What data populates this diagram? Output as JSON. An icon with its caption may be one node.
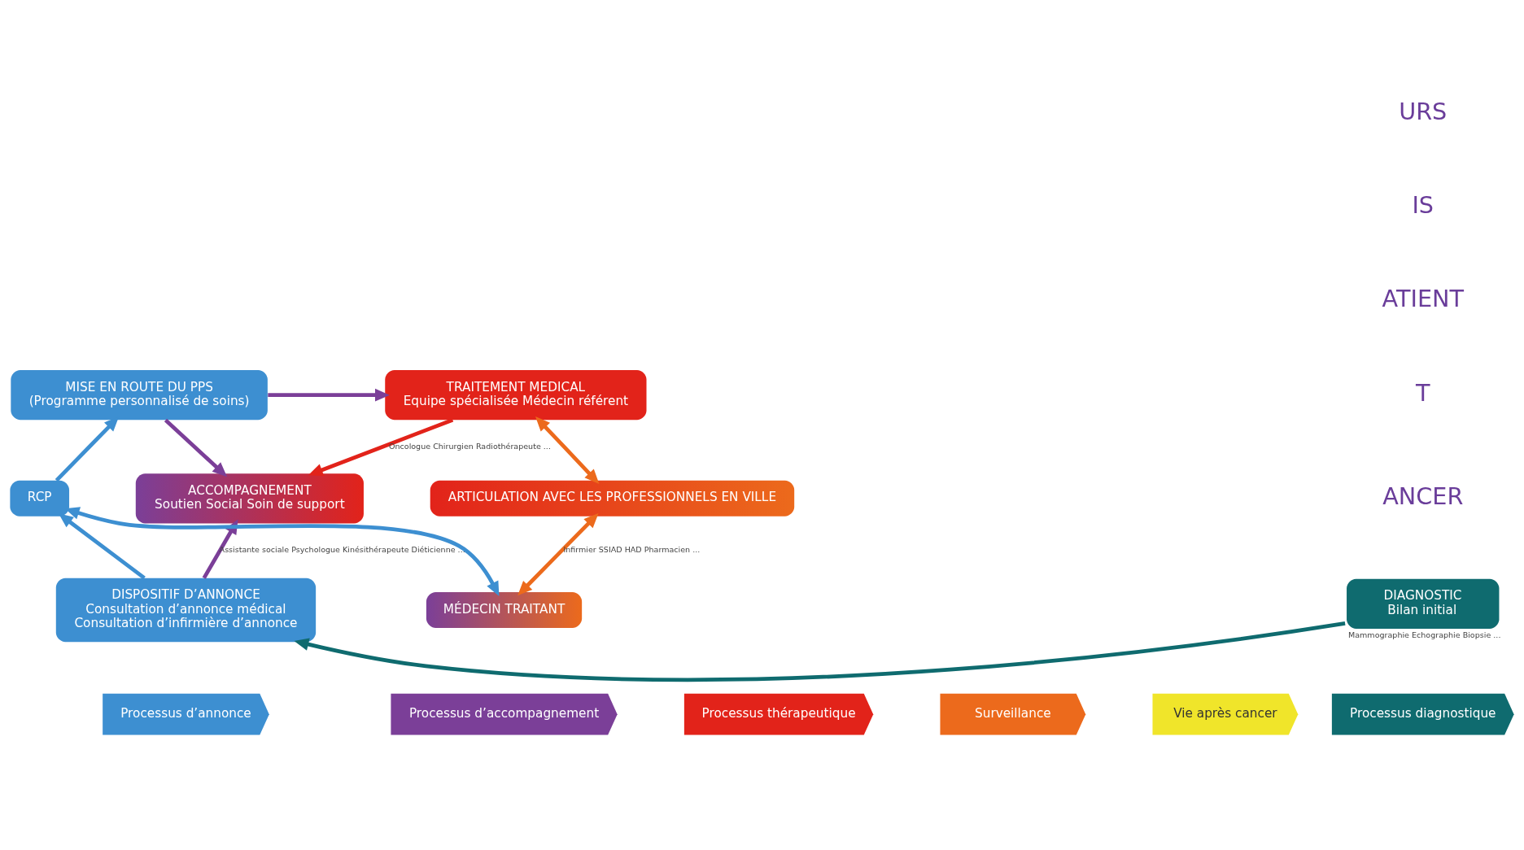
{
  "diagram": {
    "nodes": [
      {
        "text": [
          "DIAGNOSTIC",
          "Bilan initial"
        ],
        "beside": [
          "Mammographie Echographie Biopsie ..."
        ]
      },
      {
        "text": [
          "DISPOSITIF D’ANNONCE",
          "Consultation d’annonce médical",
          "Consultation d’infirmière d’annonce"
        ]
      },
      {
        "text": [
          "RCP"
        ]
      },
      {
        "text": [
          "MISE EN ROUTE DU PPS",
          "(Programme personnalisé de soins)"
        ]
      },
      {
        "text": [
          "TRAITEMENT MEDICAL",
          "Equipe spécialisée Médecin référent"
        ]
      },
      {
        "text": [
          "ACCOMPAGNEMENT",
          "Soutien Social Soin de support"
        ]
      },
      {
        "text": [
          "ARTICULATION AVEC LES PROFESSIONNELS EN VILLE"
        ]
      },
      {
        "text": [
          "MÉDECIN TRAITANT"
        ]
      },
      {
        "text": [
          "Processus diagnostique"
        ]
      },
      {
        "text": [
          "Processus d’annonce"
        ]
      },
      {
        "text": [
          "Processus d’accompagnement"
        ]
      },
      {
        "text": [
          "Processus thérapeutique"
        ]
      },
      {
        "text": [
          "Surveillance"
        ]
      },
      {
        "text": [
          "Vie après cancer"
        ]
      }
    ],
    "edges": [
      {
        "from": 0,
        "to": 1,
        "arrow": "to",
        "color": "#0f6b6f"
      },
      {
        "from": 1,
        "to": 2,
        "arrow": "to"
      },
      {
        "from": 2,
        "to": 3,
        "arrow": "to"
      },
      {
        "from": 3,
        "to": 4,
        "arrow": "to",
        "color": "#7b3f98"
      },
      {
        "from": 3,
        "to": 5,
        "arrow": "to",
        "color": "#7b3f98"
      },
      {
        "from": 4,
        "to": 5,
        "arrow": "to",
        "label": "Oncologue Chirurgien Radiothérapeute ...",
        "color": "#e2231a"
      },
      {
        "from": 1,
        "to": 5,
        "arrow": "to",
        "label": "Assistante sociale Psychologue Kinésithérapeute Diéticienne ...",
        "color": "#7b3f98"
      },
      {
        "from": 2,
        "to": 7,
        "arrow": "both"
      },
      {
        "from": 6,
        "to": 4,
        "arrow": "both",
        "color": "#ec6a1c"
      },
      {
        "from": 6,
        "to": 7,
        "arrow": "both",
        "label": "Infirmier SSIAD HAD Pharmacien ...",
        "color": "#ec6a1c"
      }
    ],
    "labels": [
      "URS",
      "IS",
      "ATIENT",
      "T",
      "ANCER"
    ]
  }
}
